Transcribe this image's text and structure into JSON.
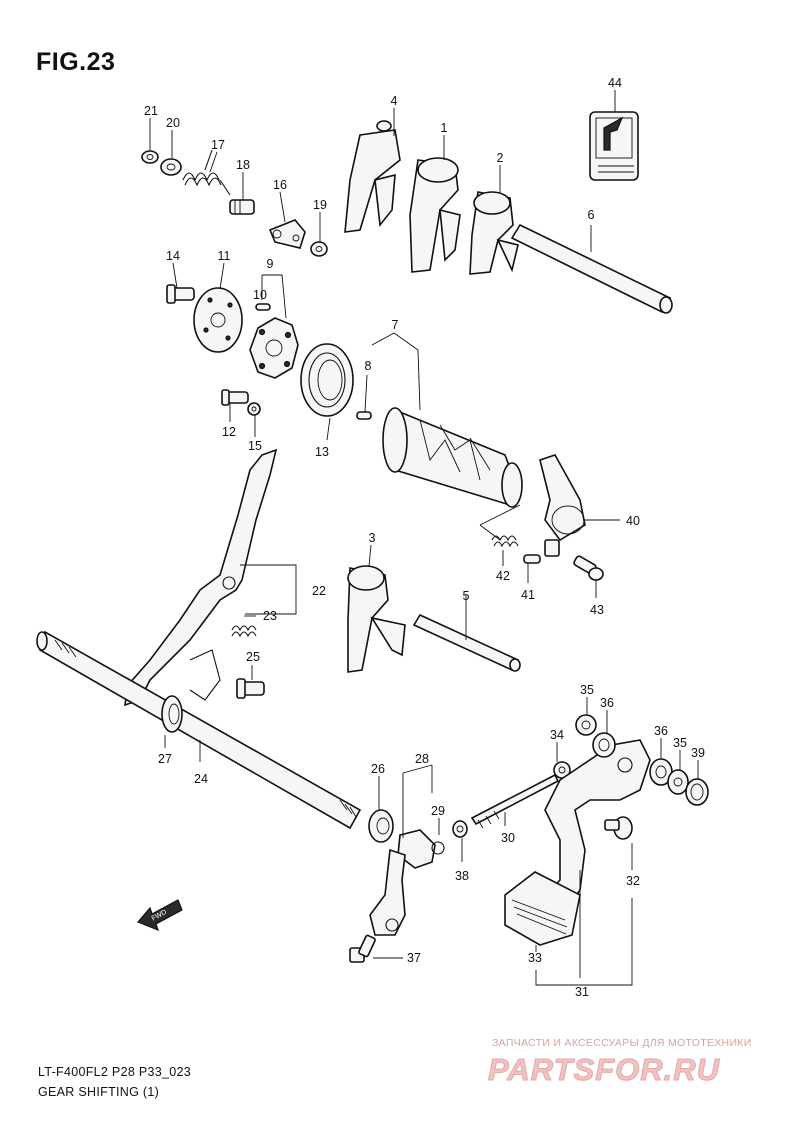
{
  "figure_title": "FIG.23",
  "diagram_code": "LT-F400FL2 P28 P33_023",
  "caption": "GEAR SHIFTING (1)",
  "fwd_label": "FWD",
  "watermark": {
    "tagline": "ЗАПЧАСТИ И АКСЕССУАРЫ ДЛЯ МОТОТЕХНИКИ",
    "logo": "PARTSFOR.RU"
  },
  "callouts": {
    "c1": "1",
    "c2": "2",
    "c3": "3",
    "c4": "4",
    "c5": "5",
    "c6": "6",
    "c7": "7",
    "c8": "8",
    "c9": "9",
    "c10": "10",
    "c11": "11",
    "c12": "12",
    "c13": "13",
    "c14": "14",
    "c15": "15",
    "c16": "16",
    "c17": "17",
    "c18": "18",
    "c19": "19",
    "c20": "20",
    "c21": "21",
    "c22": "22",
    "c23": "23",
    "c24": "24",
    "c25": "25",
    "c26": "26",
    "c27": "27",
    "c28": "28",
    "c29": "29",
    "c30": "30",
    "c31": "31",
    "c32": "32",
    "c33": "33",
    "c34": "34",
    "c35a": "35",
    "c35b": "35",
    "c36a": "36",
    "c36b": "36",
    "c37": "37",
    "c38": "38",
    "c39": "39",
    "c40": "40",
    "c41": "41",
    "c42": "42",
    "c43": "43",
    "c44": "44"
  },
  "colors": {
    "ink": "#111111",
    "watermark": "#e6a8a8"
  }
}
